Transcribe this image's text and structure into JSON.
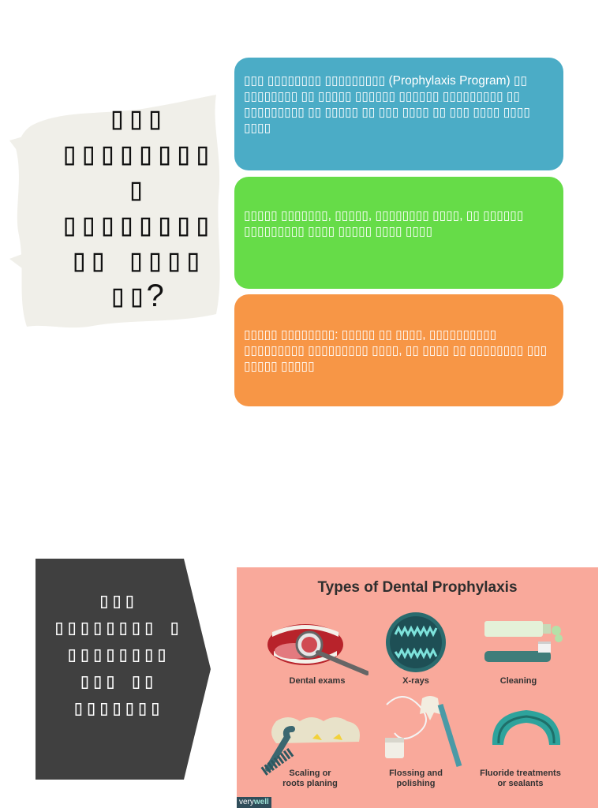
{
  "slide": {
    "title": "▯▯▯ ▯▯▯▯▯▯▯▯ ▯ ▯▯▯▯▯▯▯▯ ▯▯ ▯▯▯▯ ▯▯",
    "title_mark": "?"
  },
  "boxes": [
    {
      "text": "▯▯▯ ▯▯▯▯▯▯▯▯ ▯▯▯▯▯▯▯▯▯ (Prophylaxis Program) ▯▯ ▯▯▯▯▯▯▯▯ ▯▯ ▯▯▯▯▯ ▯▯▯▯▯▯ ▯▯▯▯▯▯ ▯▯▯▯▯▯▯▯▯ ▯▯ ▯▯▯▯▯▯▯▯▯ ▯▯ ▯▯▯▯▯ ▯▯ ▯▯▯ ▯▯▯▯ ▯▯ ▯▯▯ ▯▯▯▯ ▯▯▯▯ ▯▯▯▯",
      "color": "#4bacc6"
    },
    {
      "text": "▯▯▯▯▯ ▯▯▯▯▯▯▯, ▯▯▯▯▯, ▯▯▯▯▯▯▯▯ ▯▯▯▯, ▯▯ ▯▯▯▯▯▯ ▯▯▯▯▯▯▯▯▯ ▯▯▯▯ ▯▯▯▯▯ ▯▯▯▯ ▯▯▯▯",
      "color": "#66dc48"
    },
    {
      "text": "▯▯▯▯▯ ▯▯▯▯▯▯▯▯: ▯▯▯▯▯ ▯▯ ▯▯▯▯, ▯▯▯▯▯▯▯▯▯▯ ▯▯▯▯▯▯▯▯▯ ▯▯▯▯▯▯▯▯▯ ▯▯▯▯, ▯▯ ▯▯▯▯ ▯▯ ▯▯▯▯▯▯▯▯ ▯▯▯ ▯▯▯▯▯ ▯▯▯▯▯",
      "color": "#f79646"
    }
  ],
  "section": {
    "label": "▯▯▯ ▯▯▯▯▯▯▯▯ ▯ ▯▯▯▯▯▯▯▯ ▯▯▯ ▯▯ ▯▯▯▯▯▯▯"
  },
  "infographic": {
    "title": "Types of Dental Prophylaxis",
    "items": [
      {
        "label": "Dental exams",
        "icon": "mouth-mirror-icon"
      },
      {
        "label": "X-rays",
        "icon": "xray-icon"
      },
      {
        "label": "Cleaning",
        "icon": "toothbrush-icon"
      },
      {
        "label": "Scaling or\nroots planing",
        "icon": "scaler-icon"
      },
      {
        "label": "Flossing and\npolishing",
        "icon": "floss-icon"
      },
      {
        "label": "Fluoride treatments\nor sealants",
        "icon": "mouthguard-icon"
      }
    ],
    "brand_prefix": "very",
    "brand_suffix": "well"
  }
}
